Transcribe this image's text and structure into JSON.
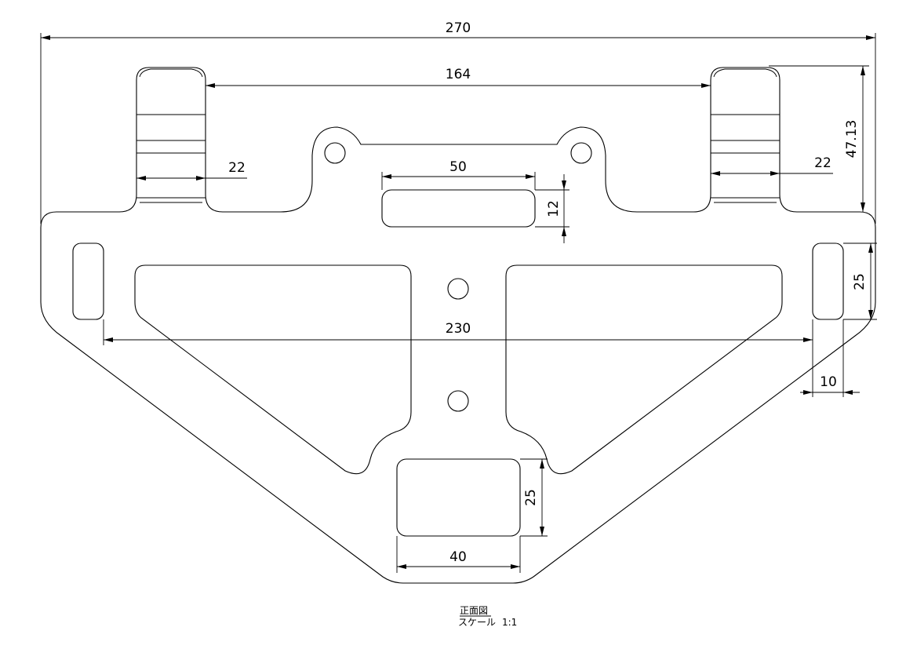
{
  "dimensions": {
    "overall_width": "270",
    "inner_span": "164",
    "left_tab_width": "22",
    "right_tab_width": "22",
    "slot_width": "50",
    "slot_height": "12",
    "tab_height": "47.13",
    "side_slot_height": "25",
    "side_slot_width": "10",
    "slot_pitch": "230",
    "bottom_cutout_height": "25",
    "bottom_cutout_width": "40"
  },
  "caption": {
    "view_name": "正面図",
    "scale_label": "スケール",
    "scale_value": "1:1"
  }
}
